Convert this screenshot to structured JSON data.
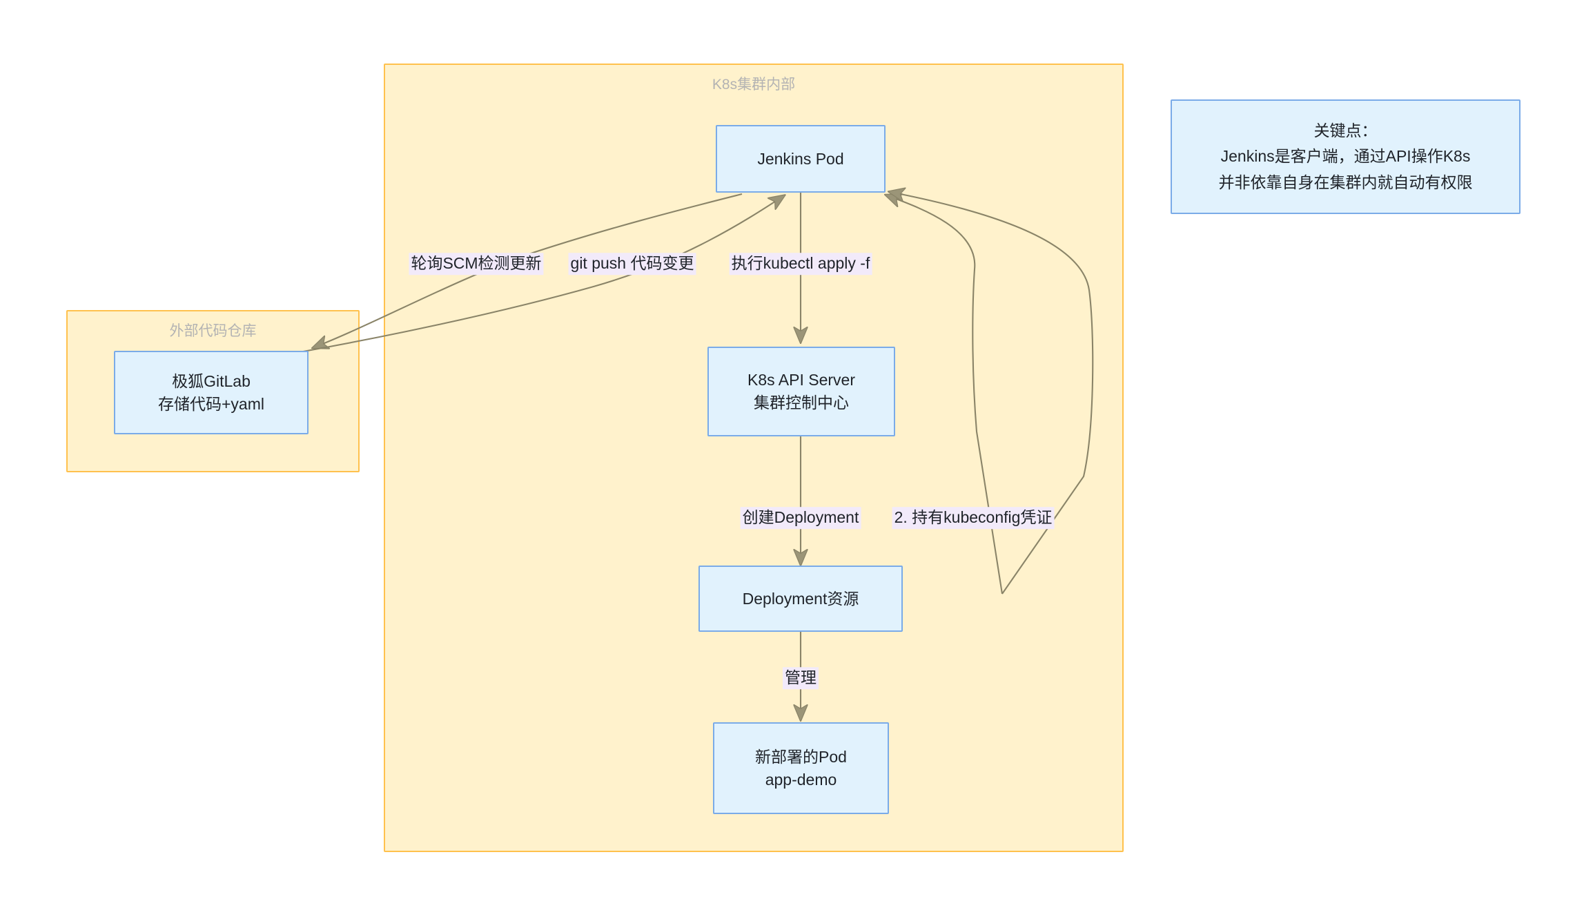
{
  "diagram": {
    "title_text": "K8s集群内部",
    "colors": {
      "cluster_fill": "#fff2cc",
      "cluster_stroke": "#ffc14d",
      "node_fill": "#e1f2fd",
      "node_stroke": "#7aabe8",
      "edge_stroke": "#8a8468",
      "label_bg": "#f2eafa",
      "cluster_title_color": "#b3b3b3",
      "text_color": "#1f2329",
      "page_bg": "#ffffff"
    }
  },
  "clusters": {
    "k8s": {
      "title": "K8s集群内部"
    },
    "external_repo": {
      "title": "外部代码仓库"
    }
  },
  "nodes": {
    "jenkins_pod": {
      "line1": "Jenkins Pod"
    },
    "gitlab": {
      "line1": "极狐GitLab",
      "line2": "存储代码+yaml"
    },
    "api_server": {
      "line1": "K8s API Server",
      "line2": "集群控制中心"
    },
    "deployment": {
      "line1": "Deployment资源"
    },
    "new_pod": {
      "line1": "新部署的Pod",
      "line2": "app-demo"
    }
  },
  "edge_labels": {
    "poll_scm": "轮询SCM检测更新",
    "git_push": "git push 代码变更",
    "kubectl_apply": "执行kubectl apply -f",
    "create_deployment": "创建Deployment",
    "kubeconfig": "2. 持有kubeconfig凭证",
    "manage": "管理"
  },
  "note": {
    "line1": "关键点：",
    "line2": "Jenkins是客户端，通过API操作K8s",
    "line3": "并非依靠自身在集群内就自动有权限"
  }
}
